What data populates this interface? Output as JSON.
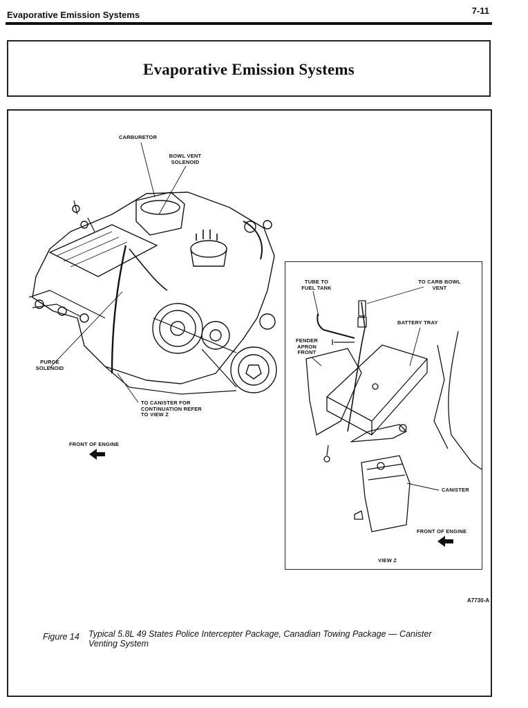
{
  "header": {
    "running_title": "Evaporative Emission Systems",
    "page_number": "7-11"
  },
  "title_box": {
    "title": "Evaporative Emission Systems"
  },
  "figure": {
    "engine_labels": {
      "carburetor": "CARBURETOR",
      "bowl_vent_solenoid": "BOWL VENT SOLENOID",
      "purge_solenoid": "PURGE SOLENOID",
      "to_canister": "TO CANISTER FOR CONTINUATION REFER TO VIEW Z",
      "front_of_engine": "FRONT OF ENGINE"
    },
    "view_z_labels": {
      "tube_to_fuel_tank": "TUBE TO FUEL TANK",
      "to_carb_bowl_vent": "TO CARB BOWL VENT",
      "battery_tray": "BATTERY TRAY",
      "fender_apron_front": "FENDER APRON FRONT",
      "canister": "CANISTER",
      "front_of_engine": "FRONT OF ENGINE",
      "view_title": "VIEW Z"
    },
    "figure_code": "A7730-A"
  },
  "caption": {
    "number": "Figure 14",
    "text": "Typical 5.8L 49 States Police Intercepter Package, Canadian Towing Package — Canister Venting System"
  }
}
